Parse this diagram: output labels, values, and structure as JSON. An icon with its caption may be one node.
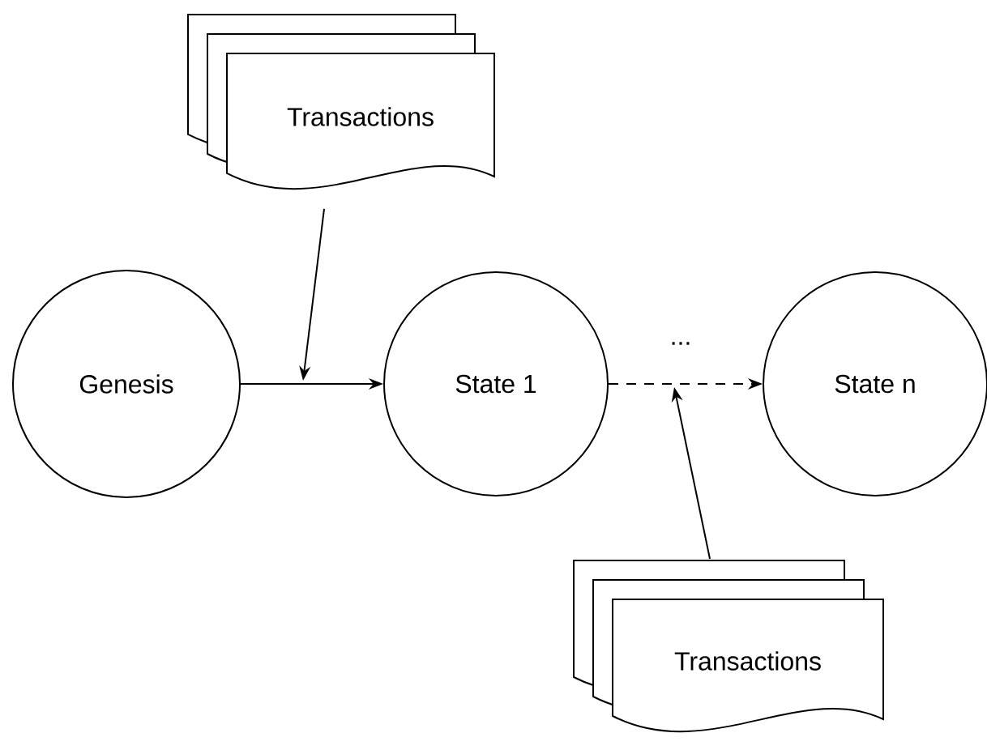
{
  "diagram": {
    "nodes": [
      {
        "text": [
          "Transactions"
        ]
      },
      {
        "text": [
          "Genesis"
        ]
      },
      {
        "text": [
          "State 1"
        ]
      },
      {
        "text": [
          "State n"
        ]
      },
      {
        "text": [
          "Transactions"
        ]
      }
    ],
    "edges": [
      {
        "from": 1,
        "to": 2,
        "arrow": "to"
      },
      {
        "from": 2,
        "to": 3,
        "arrow": "to",
        "style": "dashed",
        "label": "..."
      },
      {
        "from": 0,
        "to": null,
        "arrow": "to"
      },
      {
        "from": 4,
        "to": null,
        "arrow": "to"
      }
    ]
  }
}
